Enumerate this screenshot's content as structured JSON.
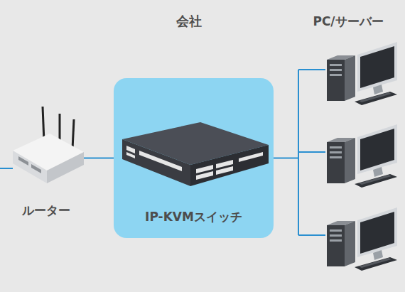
{
  "diagram": {
    "title": "会社",
    "nodes": [
      {
        "text": [
          "ルーター"
        ]
      },
      {
        "text": [
          "IP-KVMスイッチ"
        ]
      },
      {
        "text": [
          "PC/サーバー"
        ]
      }
    ],
    "edges": [
      {
        "from": 0,
        "to": 1,
        "arrow": "none"
      },
      {
        "from": 1,
        "to": 2,
        "arrow": "none"
      }
    ]
  }
}
